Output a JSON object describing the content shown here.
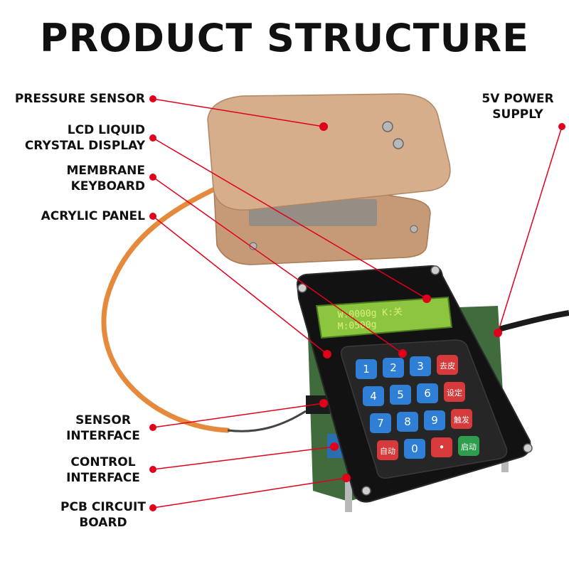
{
  "title": "PRODUCT STRUCTURE",
  "labels": {
    "pressure_sensor": "PRESSURE SENSOR",
    "lcd_display": "LCD LIQUID\nCRYSTAL DISPLAY",
    "membrane_keyboard": "MEMBRANE\nKEYBOARD",
    "acrylic_panel": "ACRYLIC PANEL",
    "power_supply": "5V POWER\nSUPPLY",
    "sensor_interface": "SENSOR\nINTERFACE",
    "control_interface": "CONTROL\nINTERFACE",
    "pcb_board": "PCB CIRCUIT\nBOARD"
  },
  "lcd": {
    "line1": "W:0000g  K:关",
    "line2": "M:0500g"
  },
  "keypad": {
    "rows": [
      [
        "1",
        "2",
        "3",
        "去皮"
      ],
      [
        "4",
        "5",
        "6",
        "设定"
      ],
      [
        "7",
        "8",
        "9",
        "触发"
      ],
      [
        "自动",
        "0",
        "•",
        "启动"
      ]
    ]
  },
  "colors": {
    "accent_red": "#e0001b",
    "acrylic": "#c9a07f",
    "keypad_blue": "#2f7fd6",
    "keypad_red": "#d63a3a",
    "keypad_green": "#2e9e4e",
    "lcd_green": "#8cc63f",
    "cable_orange": "#e58a3c"
  }
}
